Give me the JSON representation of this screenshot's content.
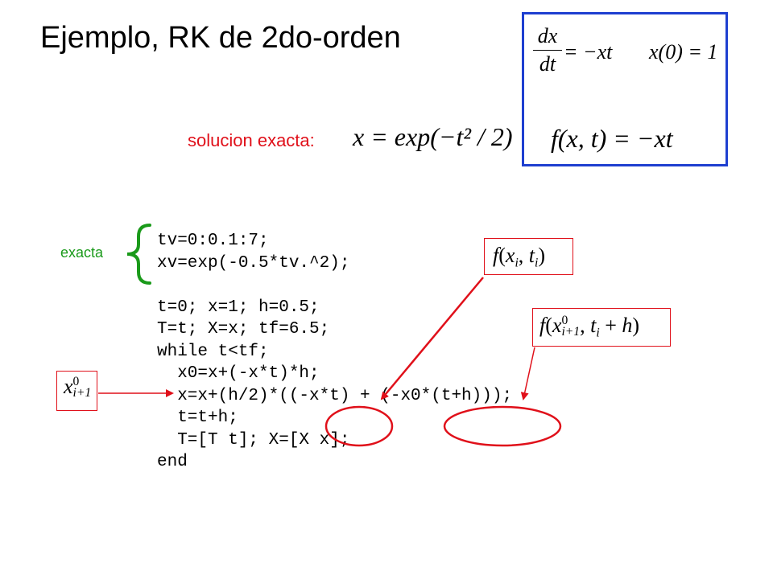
{
  "slide": {
    "title": "Ejemplo, RK de 2do-orden",
    "ode": {
      "numerator": "dx",
      "denominator": "dt",
      "rhs": "= −xt",
      "initial_condition": "x(0) = 1"
    },
    "f_def": "f(x, t) = −xt",
    "solution_label": "solucion  exacta:",
    "solution_equation": "x = exp(−t² / 2)",
    "exacta_label": "exacta",
    "code_lines": [
      "tv=0:0.1:7;",
      "xv=exp(-0.5*tv.^2);",
      "",
      "t=0; x=1; h=0.5;",
      "T=t; X=x; tf=6.5;",
      "while t<tf;",
      "  x0=x+(-x*t)*h;",
      "  x=x+(h/2)*((-x*t) + (-x0*(t+h)));",
      "  t=t+h;",
      "  T=[T t]; X=[X x];",
      "end"
    ],
    "annotations": {
      "f_xi_ti": {
        "f": "f",
        "open": "(",
        "x": "x",
        "i": "i",
        "comma": ", ",
        "t": "t",
        "close": ")"
      },
      "f_xi1_ti_h": {
        "f": "f",
        "open": "(",
        "x": "x",
        "sup": "0",
        "sub": "i+1",
        "comma": ", ",
        "t": "t",
        "i": "i",
        "plus": " + ",
        "h": "h",
        "close": ")"
      },
      "x0_i1": {
        "x": "x",
        "sup": "0",
        "sub": "i+1"
      }
    },
    "colors": {
      "red": "#e0101a",
      "blue_border": "#1e3fd0",
      "green": "#1a9a1a"
    }
  }
}
